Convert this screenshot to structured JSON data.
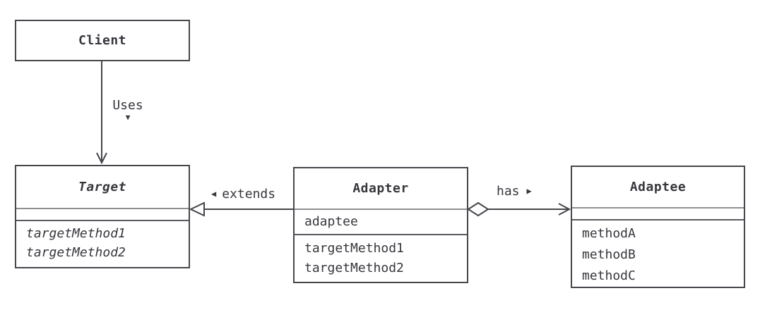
{
  "classes": {
    "client": {
      "name": "Client"
    },
    "target": {
      "name": "Target",
      "attributes": [],
      "methods": [
        "targetMethod1",
        "targetMethod2"
      ]
    },
    "adapter": {
      "name": "Adapter",
      "attributes": [
        "adaptee"
      ],
      "methods": [
        "targetMethod1",
        "targetMethod2"
      ]
    },
    "adaptee": {
      "name": "Adaptee",
      "attributes": [],
      "methods": [
        "methodA",
        "methodB",
        "methodC"
      ]
    }
  },
  "edges": {
    "uses": {
      "label": "Uses",
      "direction_marker": "▼"
    },
    "extends": {
      "direction_marker": "◀",
      "label": "extends"
    },
    "has": {
      "label": "has",
      "direction_marker": "▶"
    }
  },
  "colors": {
    "line": "#46464c",
    "text": "#36363d",
    "divider": "#8e8e93",
    "background": "#ffffff"
  }
}
